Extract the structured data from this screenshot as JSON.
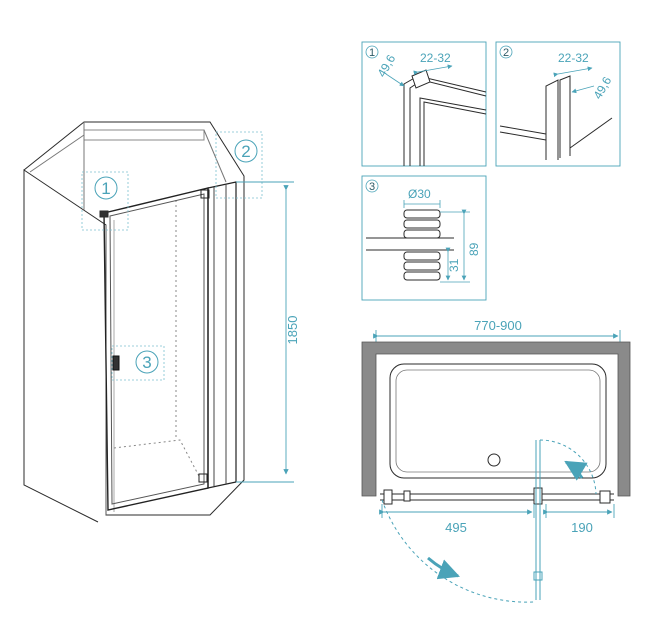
{
  "colors": {
    "accent": "#4aa3b8",
    "line": "#2b2b2b",
    "wall": "#8a8a8a"
  },
  "callouts": {
    "c1": "1",
    "c2": "2",
    "c3": "3"
  },
  "detail1": {
    "label": "1",
    "width": "22-32",
    "depth": "49,6"
  },
  "detail2": {
    "label": "2",
    "width": "22-32",
    "depth": "49,6"
  },
  "detail3": {
    "label": "3",
    "diameter": "Ø30",
    "height_total": "89",
    "height_lower": "31"
  },
  "main": {
    "height": "1850"
  },
  "plan": {
    "width": "770-900",
    "door": "495",
    "fixed": "190"
  }
}
